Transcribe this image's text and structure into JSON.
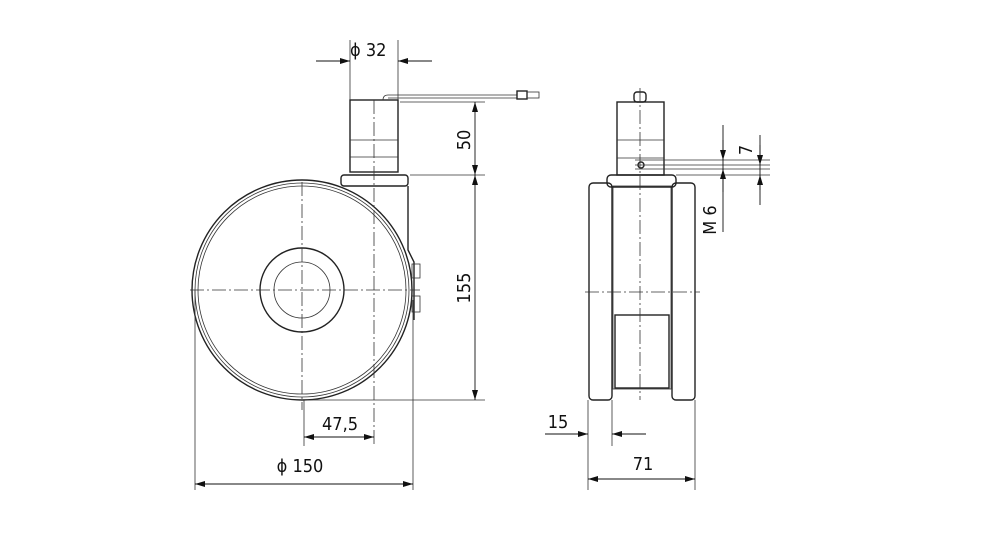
{
  "dimensions": {
    "stem_diameter": "ϕ 32",
    "stem_height": "50",
    "overall_height": "155",
    "offset": "47,5",
    "wheel_diameter": "ϕ 150",
    "tread_width": "15",
    "overall_width": "71",
    "thread": "M 6",
    "thread_offset": "7"
  }
}
